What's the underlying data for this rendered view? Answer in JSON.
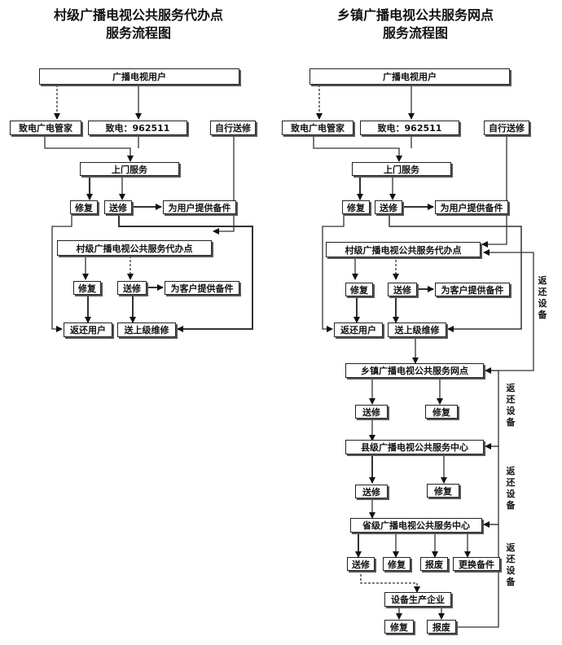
{
  "left": {
    "title_line1": "村级广播电视公共服务代办点",
    "title_line2": "服务流程图",
    "user": "广播电视用户",
    "call_manager": "致电广电管家",
    "call_hotline": "致电：962511",
    "self_delivery": "自行送修",
    "door_service": "上门服务",
    "repair": "修复",
    "send_repair": "送修",
    "provide_parts": "为用户提供备件",
    "agent_point": "村级广播电视公共服务代办点",
    "repair2": "修复",
    "send_repair2": "送修",
    "provide_parts2": "为客户提供备件",
    "return_user": "返还用户",
    "send_upper": "送上级维修"
  },
  "right": {
    "title_line1": "乡镇广播电视公共服务网点",
    "title_line2": "服务流程图",
    "user": "广播电视用户",
    "call_manager": "致电广电管家",
    "call_hotline": "致电：962511",
    "self_delivery": "自行送修",
    "door_service": "上门服务",
    "repair": "修复",
    "send_repair": "送修",
    "provide_parts": "为用户提供备件",
    "agent_point": "村级广播电视公共服务代办点",
    "repair2": "修复",
    "send_repair2": "送修",
    "provide_parts2": "为客户提供备件",
    "return_user": "返还用户",
    "send_upper": "送上级维修",
    "return_equipment_1": "返还设备",
    "town_point": "乡镇广播电视公共服务网点",
    "town_send": "送修",
    "town_repair": "修复",
    "return_equipment_2": "返还设备",
    "county_center": "县级广播电视公共服务中心",
    "county_send": "送修",
    "county_repair": "修复",
    "return_equipment_3": "返还设备",
    "province_center": "省级广播电视公共服务中心",
    "province_send": "送修",
    "province_repair": "修复",
    "province_scrap": "报废",
    "province_replace": "更换备件",
    "return_equipment_4": "返还设备",
    "manufacturer": "设备生产企业",
    "mfr_repair": "修复",
    "mfr_scrap": "报废"
  }
}
